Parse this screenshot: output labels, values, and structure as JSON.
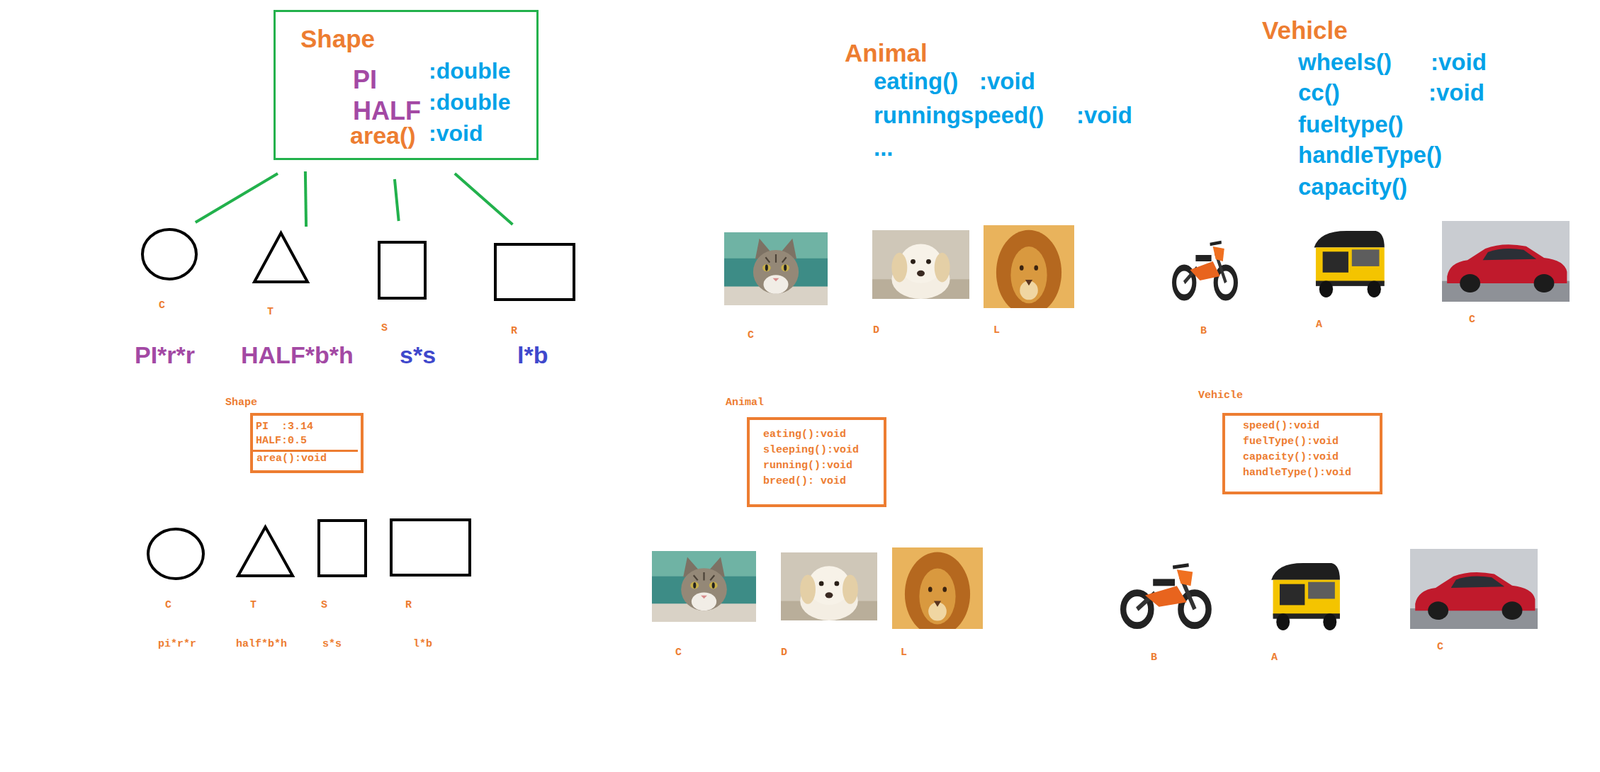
{
  "diagram": {
    "nodes": [
      {
        "text": [
          "Shape",
          "PI",
          ":double",
          "HALF",
          ":double",
          "area()",
          ":void"
        ]
      },
      {
        "text": [
          "C"
        ]
      },
      {
        "text": [
          "T"
        ]
      },
      {
        "text": [
          "S"
        ]
      },
      {
        "text": [
          "R"
        ]
      },
      {
        "text": [
          "Shape",
          "PI  :3.14",
          "HALF:0.5",
          "area():void"
        ]
      },
      {
        "text": [
          "C"
        ]
      },
      {
        "text": [
          "T"
        ]
      },
      {
        "text": [
          "S"
        ]
      },
      {
        "text": [
          "R"
        ]
      },
      {
        "text": [
          "Animal",
          "eating():void",
          "sleeping():void",
          "running():void",
          "breed(): void"
        ]
      },
      {
        "text": [
          "Vehicle",
          "speed():void",
          "fuelType():void",
          "capacity():void",
          "handleType():void"
        ]
      }
    ],
    "edges": [
      {
        "from": 0,
        "to": 1,
        "arrow": "none"
      },
      {
        "from": 0,
        "to": 2,
        "arrow": "none"
      },
      {
        "from": 0,
        "to": 3,
        "arrow": "none"
      },
      {
        "from": 0,
        "to": 4,
        "arrow": "none"
      }
    ],
    "labels": [
      "PI*r*r",
      "HALF*b*h",
      "s*s",
      "l*b",
      "pi*r*r",
      "half*b*h",
      "s*s",
      "l*b",
      "Animal",
      "eating()",
      ":void",
      "runningspeed()",
      ":void",
      "...",
      "C",
      "D",
      "L",
      "C",
      "D",
      "L",
      "Vehicle",
      "wheels()",
      ":void",
      "cc()",
      ":void",
      "fueltype()",
      "handleType()",
      "capacity()",
      "B",
      "A",
      "C",
      "B",
      "A",
      "C"
    ]
  }
}
